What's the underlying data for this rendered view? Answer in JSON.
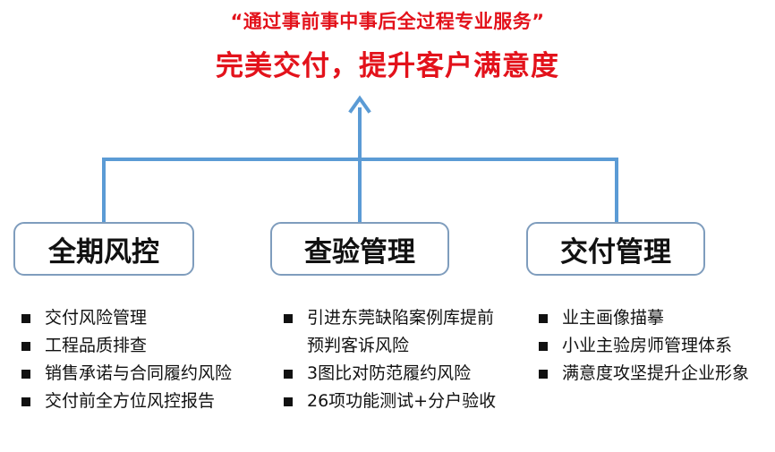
{
  "subtitle": "“通过事前事中事后全过程专业服务”",
  "title": "完美交付，提升客户满意度",
  "columns": [
    {
      "heading": "全期风控",
      "items": [
        "交付风险管理",
        "工程品质排查",
        "销售承诺与合同履约风险",
        "交付前全方位风控报告"
      ]
    },
    {
      "heading": "查验管理",
      "items": [
        "引进东莞缺陷案例库提前预判客诉风险",
        "3图比对防范履约风险",
        "26项功能测试+分户验收"
      ]
    },
    {
      "heading": "交付管理",
      "items": [
        "业主画像描摹",
        "小业主验房师管理体系",
        "满意度攻坚提升企业形象"
      ]
    }
  ],
  "colors": {
    "accent_red": "#e3121b",
    "connector_blue": "#5b9bd5",
    "box_border": "#7f9dbd"
  },
  "icons": {
    "arrow": "arrow-up-icon",
    "bullet": "square-bullet-icon"
  }
}
